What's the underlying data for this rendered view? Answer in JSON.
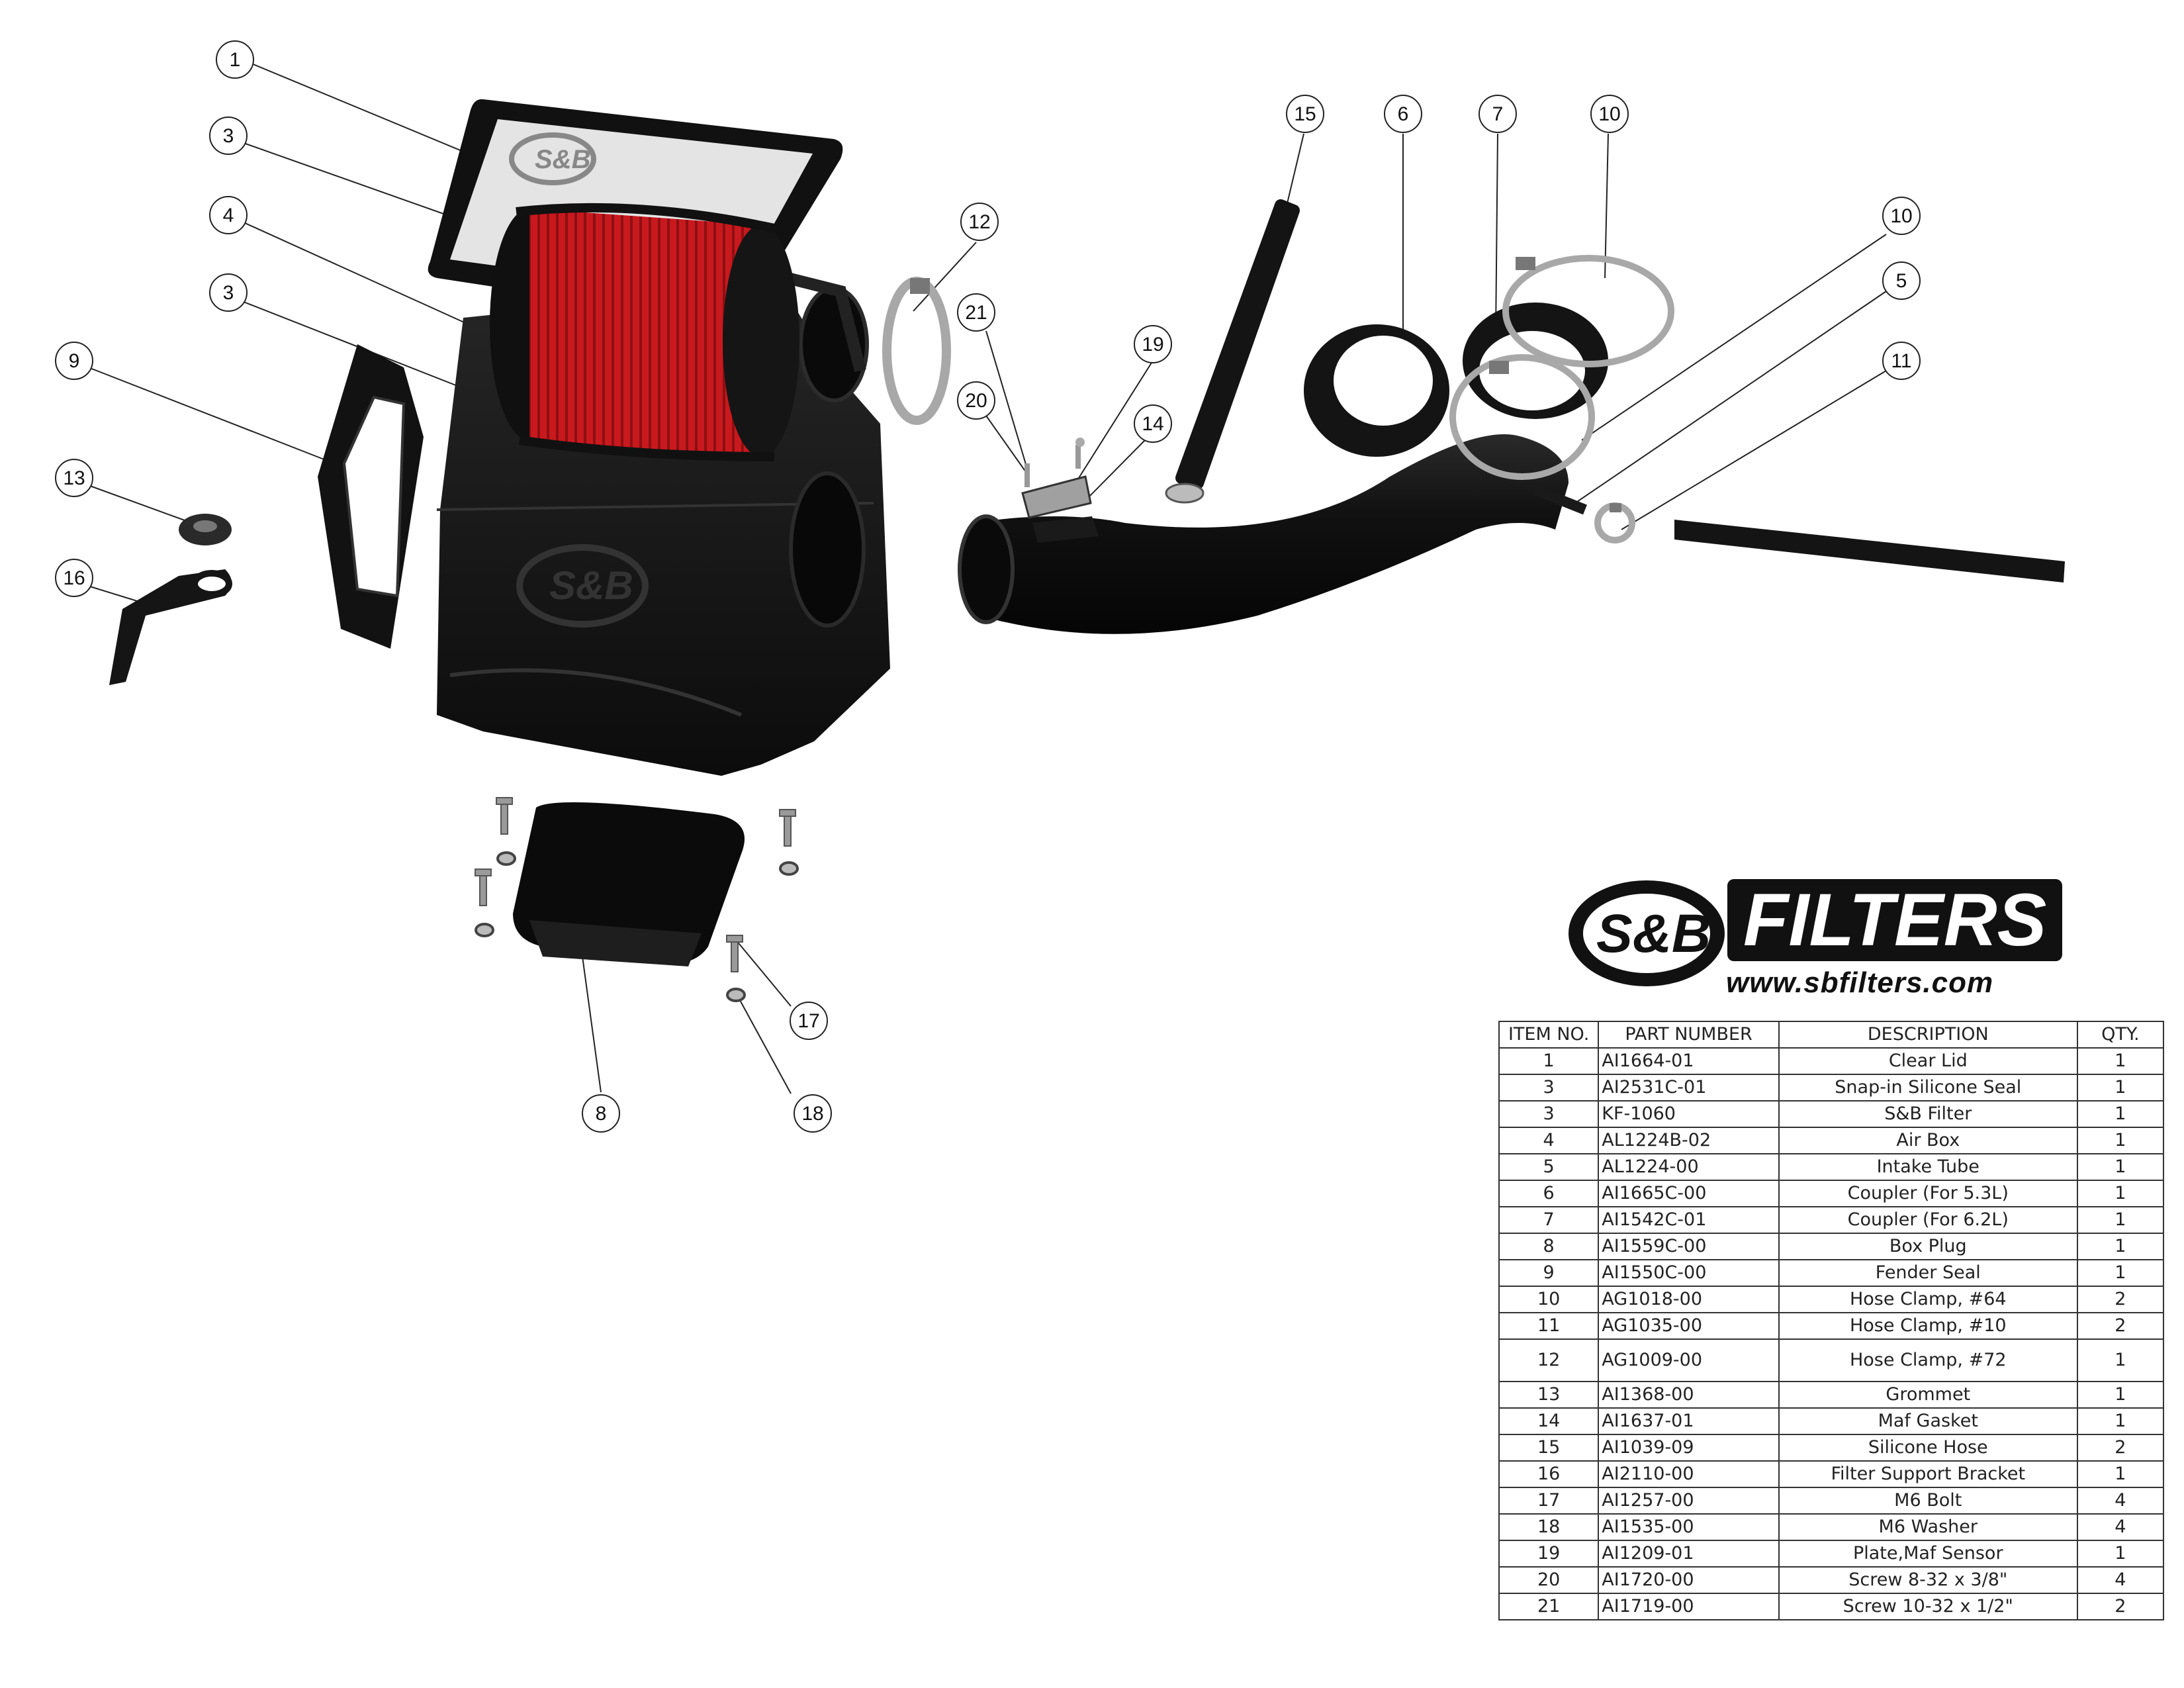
{
  "callouts": [
    {
      "id": "c1",
      "label": "1"
    },
    {
      "id": "c3a",
      "label": "3"
    },
    {
      "id": "c4",
      "label": "4"
    },
    {
      "id": "c3b",
      "label": "3"
    },
    {
      "id": "c9",
      "label": "9"
    },
    {
      "id": "c13",
      "label": "13"
    },
    {
      "id": "c16",
      "label": "16"
    },
    {
      "id": "c12",
      "label": "12"
    },
    {
      "id": "c21",
      "label": "21"
    },
    {
      "id": "c19",
      "label": "19"
    },
    {
      "id": "c20",
      "label": "20"
    },
    {
      "id": "c14",
      "label": "14"
    },
    {
      "id": "c15",
      "label": "15"
    },
    {
      "id": "c6",
      "label": "6"
    },
    {
      "id": "c7",
      "label": "7"
    },
    {
      "id": "c10a",
      "label": "10"
    },
    {
      "id": "c10b",
      "label": "10"
    },
    {
      "id": "c5",
      "label": "5"
    },
    {
      "id": "c11",
      "label": "11"
    },
    {
      "id": "c17",
      "label": "17"
    },
    {
      "id": "c8",
      "label": "8"
    },
    {
      "id": "c18",
      "label": "18"
    }
  ],
  "logo": {
    "wordmark": "FILTERS",
    "url": "www.sbfilters.com",
    "badge": "S&B"
  },
  "bom": {
    "headers": [
      "ITEM NO.",
      "PART NUMBER",
      "DESCRIPTION",
      "QTY."
    ],
    "rows": [
      [
        "1",
        "AI1664-01",
        "Clear Lid",
        "1"
      ],
      [
        "3",
        "AI2531C-01",
        "Snap-in Silicone Seal",
        "1"
      ],
      [
        "3",
        "KF-1060",
        "S&B Filter",
        "1"
      ],
      [
        "4",
        "AL1224B-02",
        "Air Box",
        "1"
      ],
      [
        "5",
        "AL1224-00",
        "Intake Tube",
        "1"
      ],
      [
        "6",
        "AI1665C-00",
        "Coupler (For 5.3L)",
        "1"
      ],
      [
        "7",
        "AI1542C-01",
        "Coupler (For 6.2L)",
        "1"
      ],
      [
        "8",
        "AI1559C-00",
        "Box Plug",
        "1"
      ],
      [
        "9",
        "AI1550C-00",
        "Fender Seal",
        "1"
      ],
      [
        "10",
        "AG1018-00",
        "Hose Clamp, #64",
        "2"
      ],
      [
        "11",
        "AG1035-00",
        "Hose Clamp, #10",
        "2"
      ],
      [
        "12",
        "AG1009-00",
        "Hose Clamp, #72",
        "1"
      ],
      [
        "13",
        "AI1368-00",
        "Grommet",
        "1"
      ],
      [
        "14",
        "AI1637-01",
        "Maf Gasket",
        "1"
      ],
      [
        "15",
        "AI1039-09",
        "Silicone Hose",
        "2"
      ],
      [
        "16",
        "AI2110-00",
        "Filter Support Bracket",
        "1"
      ],
      [
        "17",
        "AI1257-00",
        "M6 Bolt",
        "4"
      ],
      [
        "18",
        "AI1535-00",
        "M6 Washer",
        "4"
      ],
      [
        "19",
        "AI1209-01",
        "Plate,Maf Sensor",
        "1"
      ],
      [
        "20",
        "AI1720-00",
        "Screw 8-32 x 3/8\"",
        "4"
      ],
      [
        "21",
        "AI1719-00",
        "Screw 10-32 x 1/2\"",
        "2"
      ]
    ]
  },
  "colors": {
    "filter_red": "#c8191e",
    "part_black": "#1a1a1a",
    "metal": "#a8a8a8",
    "lid_glass": "#e4e4e4"
  }
}
